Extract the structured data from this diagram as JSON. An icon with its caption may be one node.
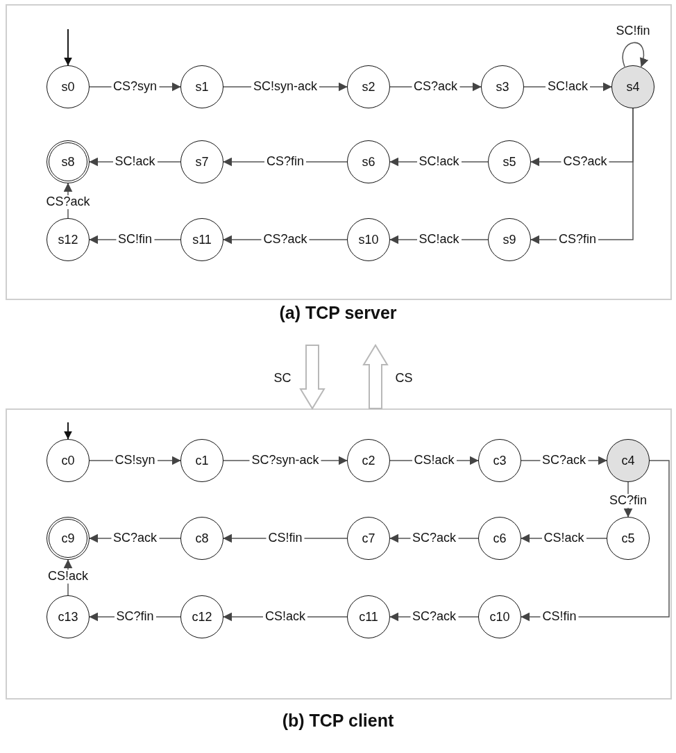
{
  "diagram": {
    "nodes": [
      {
        "text": [
          "(a) TCP server"
        ]
      },
      {
        "text": [
          "s0"
        ],
        "in": 0
      },
      {
        "text": [
          "s1"
        ],
        "in": 0
      },
      {
        "text": [
          "s2"
        ],
        "in": 0
      },
      {
        "text": [
          "s3"
        ],
        "in": 0
      },
      {
        "text": [
          "s4"
        ],
        "in": 0
      },
      {
        "text": [
          "s5"
        ],
        "in": 0
      },
      {
        "text": [
          "s6"
        ],
        "in": 0
      },
      {
        "text": [
          "s7"
        ],
        "in": 0
      },
      {
        "text": [
          "s8"
        ],
        "in": 0
      },
      {
        "text": [
          "s9"
        ],
        "in": 0
      },
      {
        "text": [
          "s10"
        ],
        "in": 0
      },
      {
        "text": [
          "s11"
        ],
        "in": 0
      },
      {
        "text": [
          "s12"
        ],
        "in": 0
      },
      {
        "text": [
          "(b) TCP client"
        ]
      },
      {
        "text": [
          "c0"
        ],
        "in": 14
      },
      {
        "text": [
          "c1"
        ],
        "in": 14
      },
      {
        "text": [
          "c2"
        ],
        "in": 14
      },
      {
        "text": [
          "c3"
        ],
        "in": 14
      },
      {
        "text": [
          "c4"
        ],
        "in": 14
      },
      {
        "text": [
          "c5"
        ],
        "in": 14
      },
      {
        "text": [
          "c6"
        ],
        "in": 14
      },
      {
        "text": [
          "c7"
        ],
        "in": 14
      },
      {
        "text": [
          "c8"
        ],
        "in": 14
      },
      {
        "text": [
          "c9"
        ],
        "in": 14
      },
      {
        "text": [
          "c10"
        ],
        "in": 14
      },
      {
        "text": [
          "c11"
        ],
        "in": 14
      },
      {
        "text": [
          "c12"
        ],
        "in": 14
      },
      {
        "text": [
          "c13"
        ],
        "in": 14
      }
    ],
    "edges": [
      {
        "from": null,
        "to": 1,
        "arrow": "to",
        "color": "#000000"
      },
      {
        "from": 1,
        "to": 2,
        "arrow": "to",
        "label": "CS?syn"
      },
      {
        "from": 2,
        "to": 3,
        "arrow": "to",
        "label": "SC!syn-ack"
      },
      {
        "from": 3,
        "to": 4,
        "arrow": "to",
        "label": "CS?ack"
      },
      {
        "from": 4,
        "to": 5,
        "arrow": "to",
        "label": "SC!ack"
      },
      {
        "from": 5,
        "to": 5,
        "arrow": "to",
        "label": "SC!fin"
      },
      {
        "from": 5,
        "to": 6,
        "arrow": "to",
        "label": "CS?ack"
      },
      {
        "from": 6,
        "to": 7,
        "arrow": "to",
        "label": "SC!ack"
      },
      {
        "from": 7,
        "to": 8,
        "arrow": "to",
        "label": "CS?fin"
      },
      {
        "from": 8,
        "to": 9,
        "arrow": "to",
        "label": "SC!ack"
      },
      {
        "from": 5,
        "to": 10,
        "arrow": "to",
        "label": "CS?fin"
      },
      {
        "from": 10,
        "to": 11,
        "arrow": "to",
        "label": "SC!ack"
      },
      {
        "from": 11,
        "to": 12,
        "arrow": "to",
        "label": "CS?ack"
      },
      {
        "from": 12,
        "to": 13,
        "arrow": "to",
        "label": "SC!fin"
      },
      {
        "from": 13,
        "to": 9,
        "arrow": "to",
        "label": "CS?ack"
      },
      {
        "from": 0,
        "to": 14,
        "arrow": "to",
        "label": "SC",
        "style": "thick",
        "color": "#b8b8b8"
      },
      {
        "from": 14,
        "to": 0,
        "arrow": "to",
        "label": "CS",
        "style": "thick",
        "color": "#b8b8b8"
      },
      {
        "from": null,
        "to": 15,
        "arrow": "to",
        "color": "#000000"
      },
      {
        "from": 15,
        "to": 16,
        "arrow": "to",
        "label": "CS!syn"
      },
      {
        "from": 16,
        "to": 17,
        "arrow": "to",
        "label": "SC?syn-ack"
      },
      {
        "from": 17,
        "to": 18,
        "arrow": "to",
        "label": "CS!ack"
      },
      {
        "from": 18,
        "to": 19,
        "arrow": "to",
        "label": "SC?ack"
      },
      {
        "from": 19,
        "to": 20,
        "arrow": "to",
        "label": "SC?fin"
      },
      {
        "from": 20,
        "to": 21,
        "arrow": "to",
        "label": "CS!ack"
      },
      {
        "from": 21,
        "to": 22,
        "arrow": "to",
        "label": "SC?ack"
      },
      {
        "from": 22,
        "to": 23,
        "arrow": "to",
        "label": "CS!fin"
      },
      {
        "from": 23,
        "to": 24,
        "arrow": "to",
        "label": "SC?ack"
      },
      {
        "from": 19,
        "to": 25,
        "arrow": "to",
        "label": "CS!fin"
      },
      {
        "from": 25,
        "to": 26,
        "arrow": "to",
        "label": "SC?ack"
      },
      {
        "from": 26,
        "to": 27,
        "arrow": "to",
        "label": "CS!ack"
      },
      {
        "from": 27,
        "to": 28,
        "arrow": "to",
        "label": "SC?fin"
      },
      {
        "from": 28,
        "to": 24,
        "arrow": "to",
        "label": "CS!ack"
      }
    ]
  }
}
